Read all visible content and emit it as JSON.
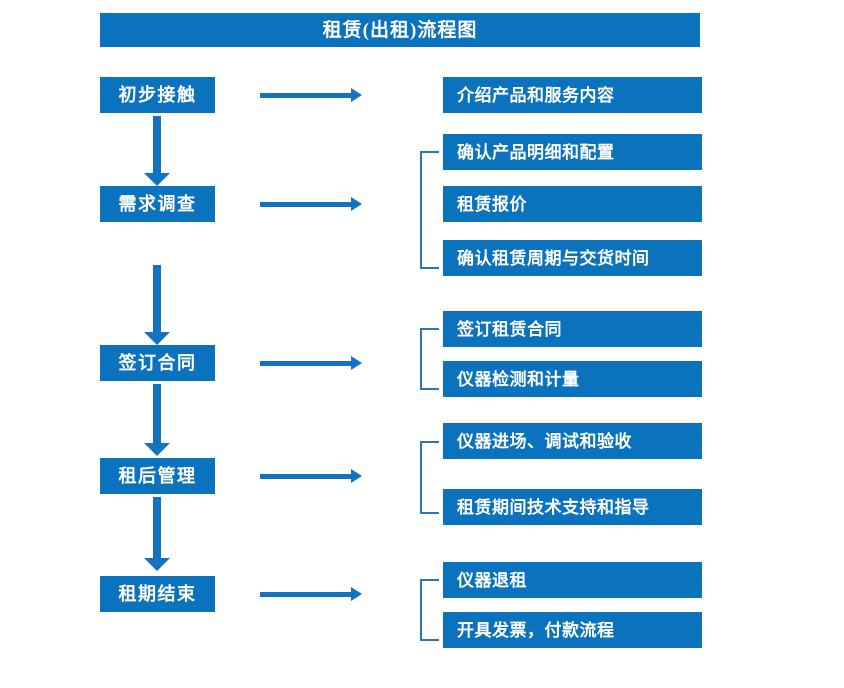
{
  "title": "租赁(出租)流程图",
  "colors": {
    "box_blue": "#0b72bd",
    "arrow_blue": "#1473c0",
    "bracket_blue": "#2e75b6",
    "text_white": "#ffffff",
    "background": "#ffffff"
  },
  "stages": [
    {
      "label": "初步接触",
      "details": [
        "介绍产品和服务内容"
      ]
    },
    {
      "label": "需求调查",
      "details": [
        "确认产品明细和配置",
        "租赁报价",
        "确认租赁周期与交货时间"
      ]
    },
    {
      "label": "签订合同",
      "details": [
        "签订租赁合同",
        "仪器检测和计量"
      ]
    },
    {
      "label": "租后管理",
      "details": [
        "仪器进场、调试和验收",
        "租赁期间技术支持和指导"
      ]
    },
    {
      "label": "租期结束",
      "details": [
        "仪器退租",
        "开具发票，付款流程"
      ]
    }
  ]
}
